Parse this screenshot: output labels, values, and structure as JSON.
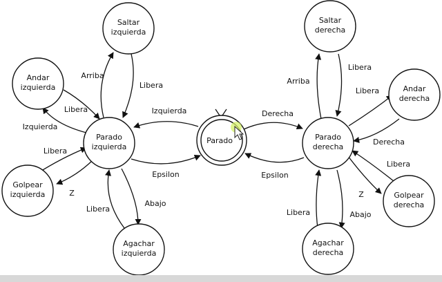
{
  "states": {
    "center": "Parado",
    "parado_izq": [
      "Parado",
      "izquierda"
    ],
    "parado_der": [
      "Parado",
      "derecha"
    ],
    "saltar_izq": [
      "Saltar",
      "izquierda"
    ],
    "saltar_der": [
      "Saltar",
      "derecha"
    ],
    "andar_izq": [
      "Andar",
      "izquierda"
    ],
    "andar_der": [
      "Andar",
      "derecha"
    ],
    "golpear_izq": [
      "Golpear",
      "izquierda"
    ],
    "golpear_der": [
      "Golpear",
      "derecha"
    ],
    "agachar_izq": [
      "Agachar",
      "izquierda"
    ],
    "agachar_der": [
      "Agachar",
      "derecha"
    ]
  },
  "edges": {
    "izquierda_center": "Izquierda",
    "epsilon_left": "Epsilon",
    "derecha_center": "Derecha",
    "epsilon_right": "Epsilon",
    "arriba_left": "Arriba",
    "libera_saltar_left": "Libera",
    "libera_andar_left": "Libera",
    "izquierda_andar": "Izquierda",
    "libera_golpear_left": "Libera",
    "z_left": "Z",
    "libera_agachar_left": "Libera",
    "abajo_left": "Abajo",
    "arriba_right": "Arriba",
    "libera_saltar_right": "Libera",
    "libera_andar_right": "Libera",
    "derecha_andar": "Derecha",
    "libera_golpear_right": "Libera",
    "z_right": "Z",
    "libera_agachar_right": "Libera",
    "abajo_right": "Abajo"
  }
}
